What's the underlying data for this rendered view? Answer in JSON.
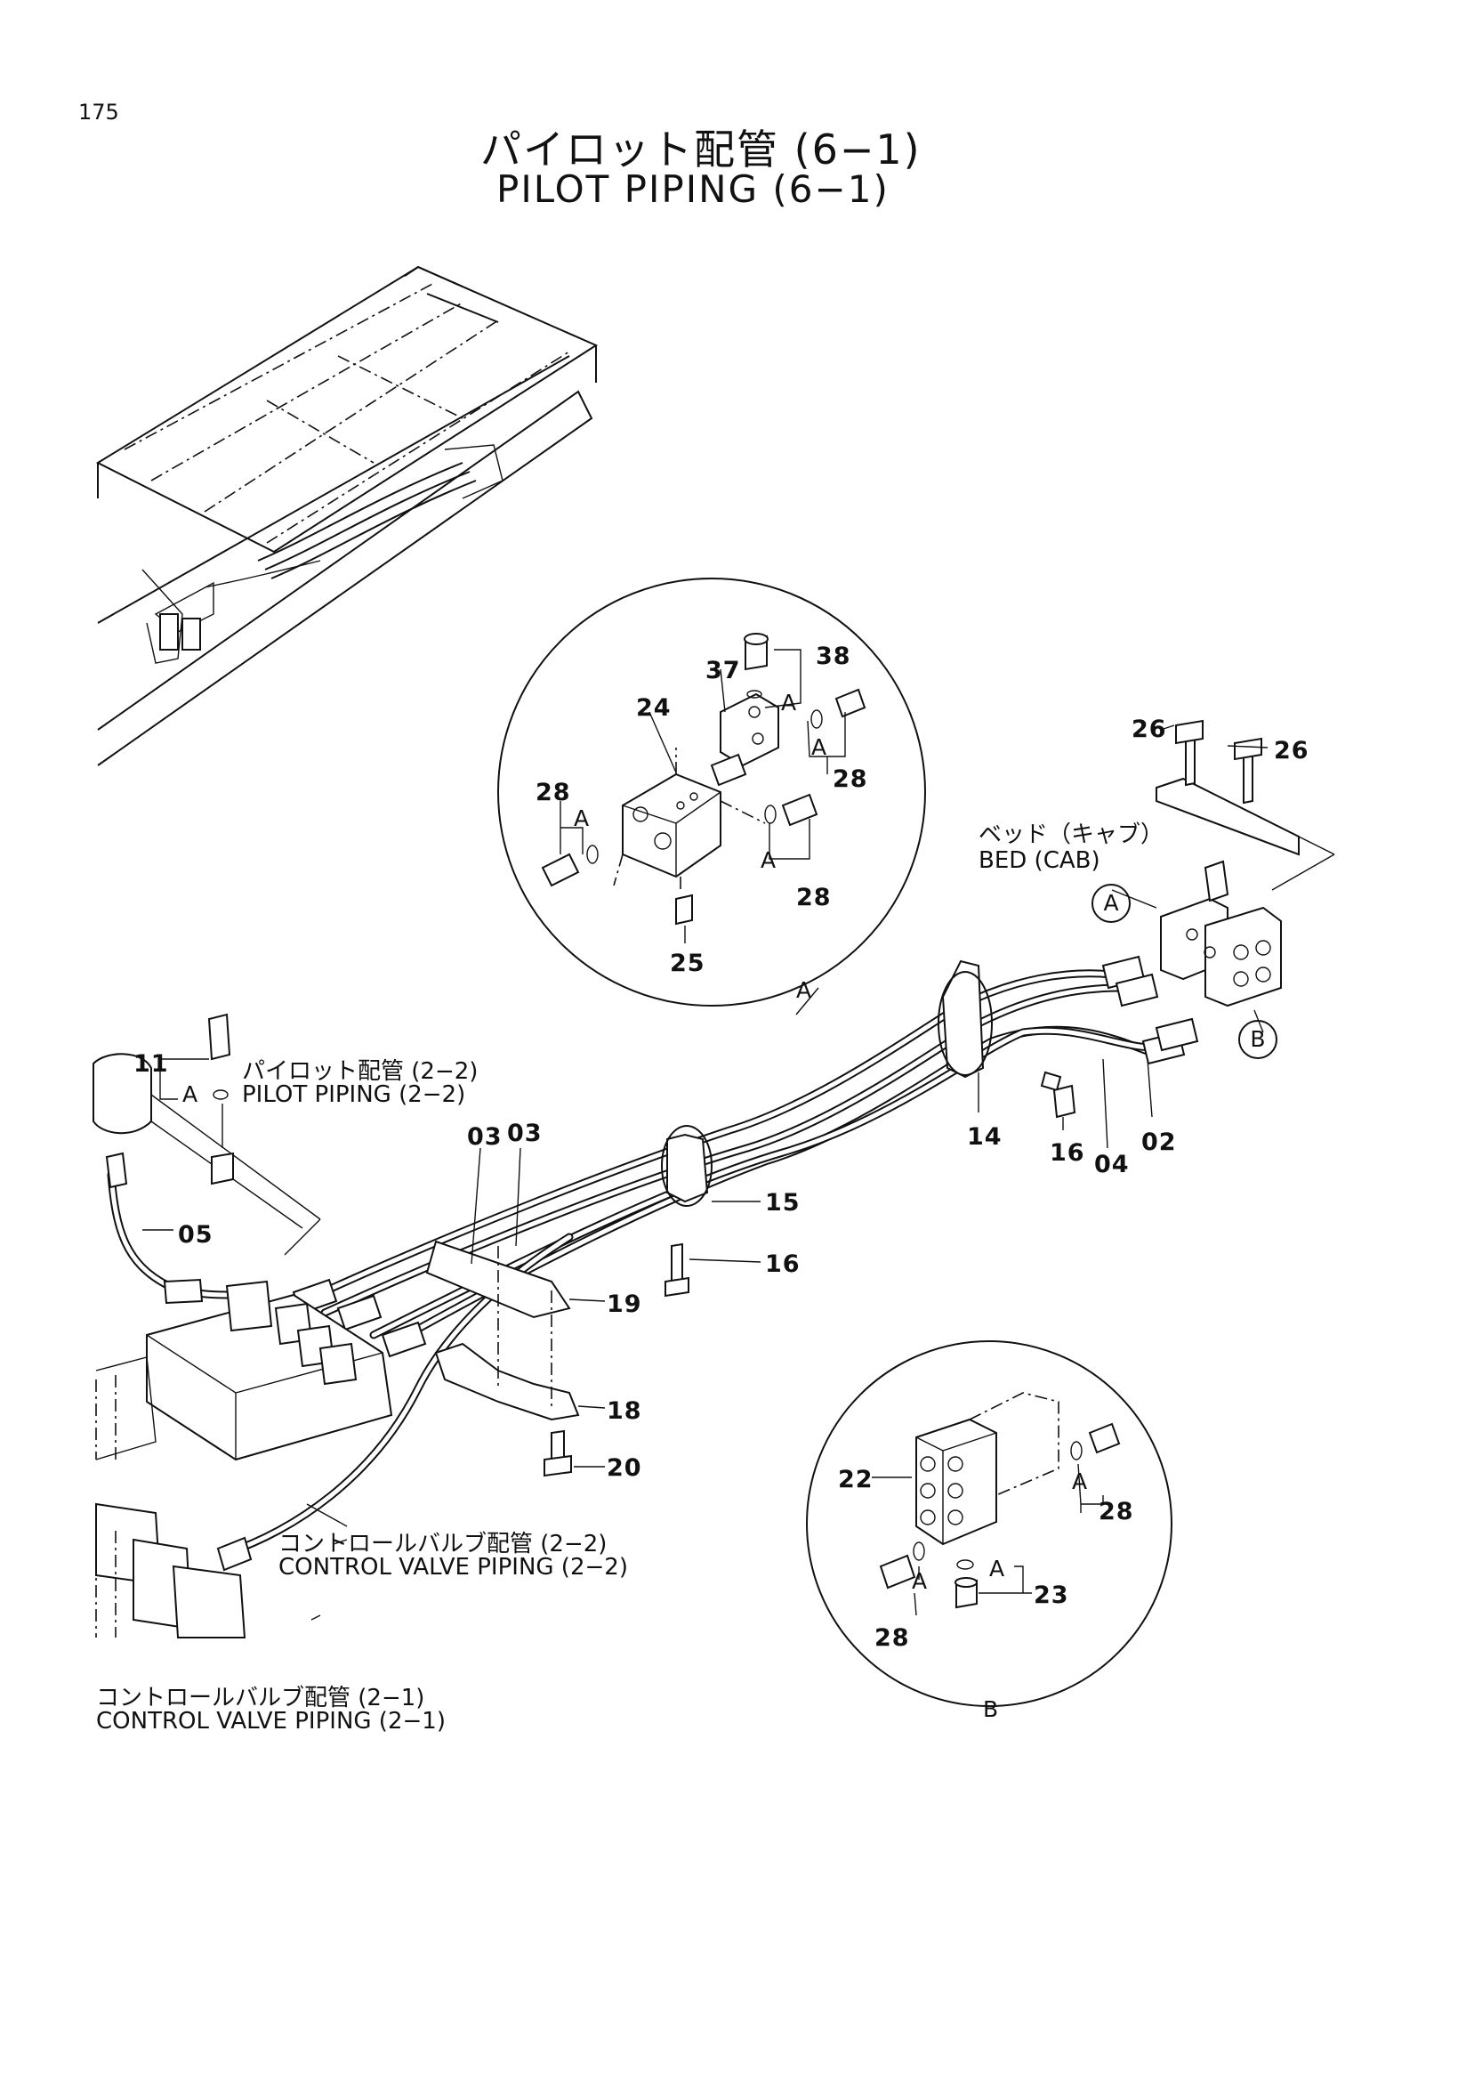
{
  "page_number": "175",
  "title": {
    "japanese": "パイロット配管 (6−1)",
    "english": "PILOT PIPING (6−1)"
  },
  "references": {
    "pilot_piping_jp": "パイロット配管 (2−2)",
    "pilot_piping_en": "PILOT PIPING (2−2)",
    "control_valve_22_jp": "コントロールバルブ配管 (2−2)",
    "control_valve_22_en": "CONTROL VALVE PIPING (2−2)",
    "control_valve_21_jp": "コントロールバルブ配管 (2−1)",
    "control_valve_21_en": "CONTROL VALVE PIPING (2−1)",
    "bed_jp": "ベッド（キャブ）",
    "bed_en": "BED (CAB)"
  },
  "callouts": {
    "circle_a": "A",
    "circle_b": "B",
    "detail_a": "A",
    "detail_b": "B",
    "sub_a": "A"
  },
  "part_numbers": {
    "p02": "02",
    "p03": "03",
    "p04": "04",
    "p05": "05",
    "p11": "11",
    "p14": "14",
    "p15": "15",
    "p16": "16",
    "p18": "18",
    "p19": "19",
    "p20": "20",
    "p22": "22",
    "p23": "23",
    "p24": "24",
    "p25": "25",
    "p26": "26",
    "p28": "28",
    "p37": "37",
    "p38": "38"
  }
}
